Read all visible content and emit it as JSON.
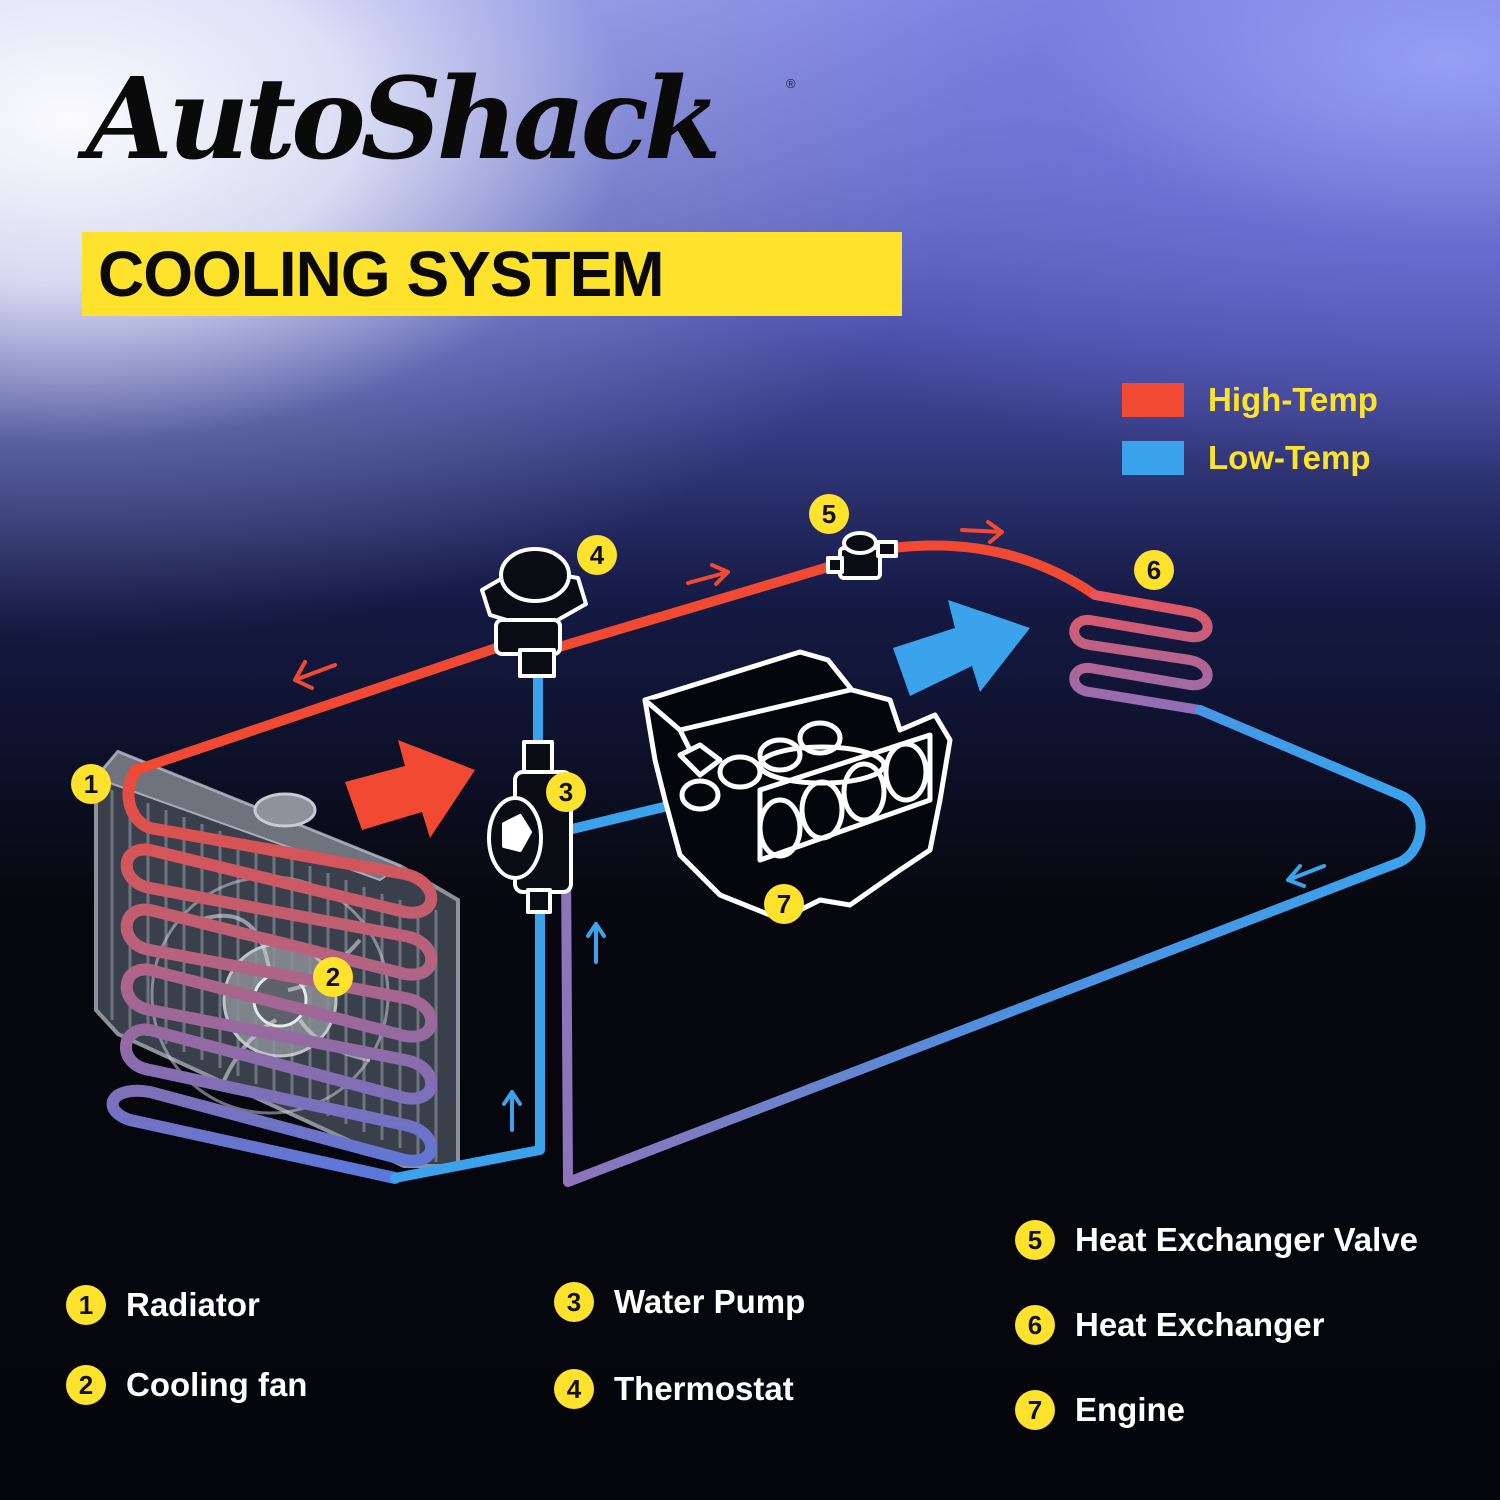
{
  "brand": {
    "name": "AutoShack",
    "registered": "®"
  },
  "title": "COOLING SYSTEM",
  "legend": [
    {
      "label": "High-Temp",
      "color": "#f24a32"
    },
    {
      "label": "Low-Temp",
      "color": "#3aa3ec"
    }
  ],
  "colors": {
    "accent": "#ffe22b",
    "hot": "#f24a32",
    "cold": "#3aa3ec",
    "outline": "#ffffff"
  },
  "callouts": [
    "1",
    "2",
    "3",
    "4",
    "5",
    "6",
    "7"
  ],
  "components": [
    {
      "number": "1",
      "label": "Radiator"
    },
    {
      "number": "2",
      "label": "Cooling fan"
    },
    {
      "number": "3",
      "label": "Water Pump"
    },
    {
      "number": "4",
      "label": "Thermostat"
    },
    {
      "number": "5",
      "label": "Heat Exchanger Valve"
    },
    {
      "number": "6",
      "label": "Heat Exchanger"
    },
    {
      "number": "7",
      "label": "Engine"
    }
  ]
}
